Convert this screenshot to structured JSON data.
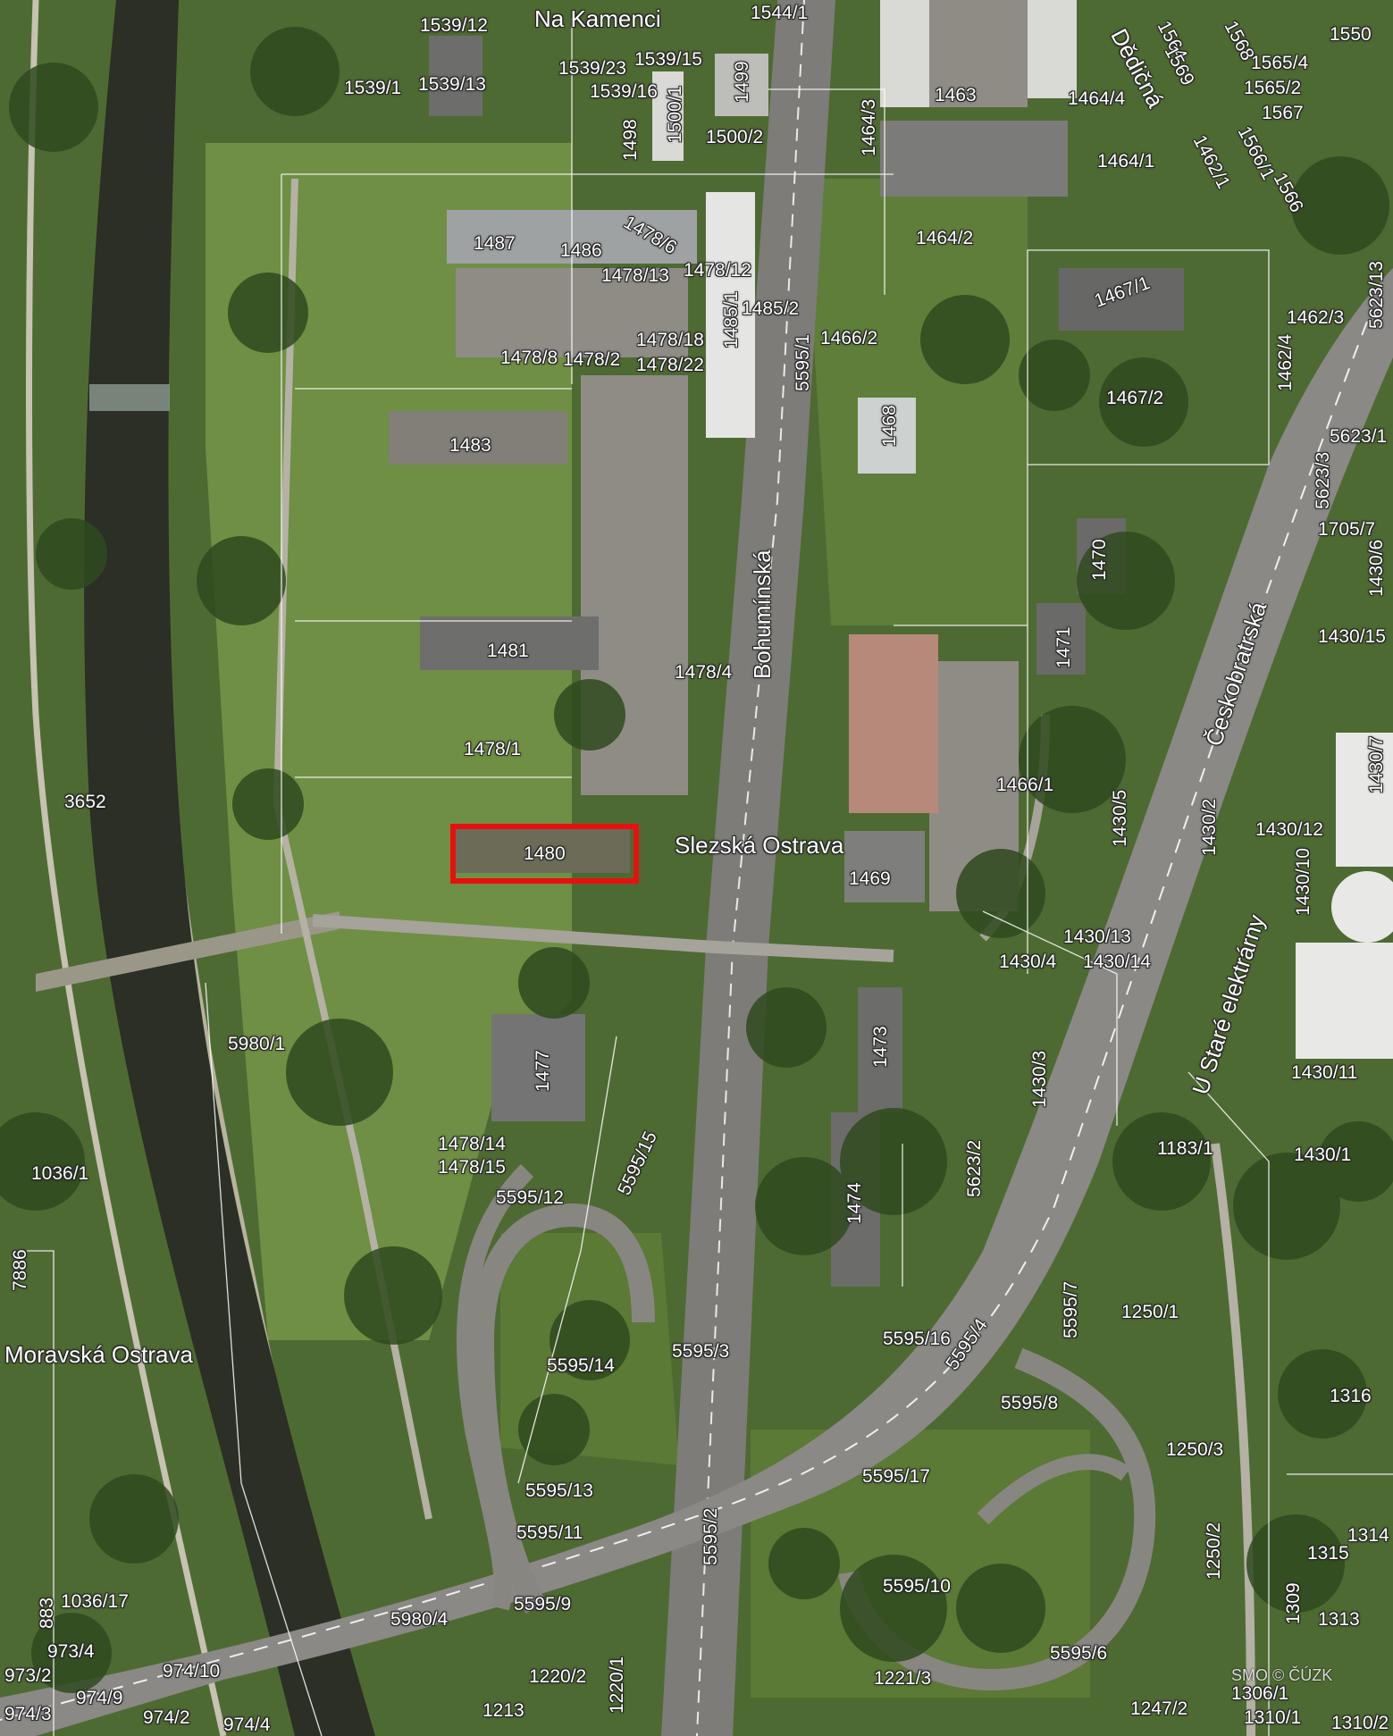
{
  "map": {
    "watermark": "SMO © ČÚZK",
    "highlight_label": "1480",
    "districts": [
      "Slezská Ostrava",
      "Moravská Ostrava"
    ],
    "streets": [
      "Na Kamenci",
      "Bohumínská",
      "Českobratrská",
      "U Staré elektrárny",
      "Dědičná"
    ],
    "parcels": [
      "1539/12",
      "1539/1",
      "1539/13",
      "1539/23",
      "1539/15",
      "1539/16",
      "1500/1",
      "1499",
      "1498",
      "1500/2",
      "1544/1",
      "1464/3",
      "1463",
      "1464/4",
      "1464/1",
      "1464/2",
      "1564",
      "1569",
      "1568",
      "1565/4",
      "1565/2",
      "1567",
      "1566/1",
      "1566",
      "1550",
      "1462/1",
      "1487",
      "1486",
      "1478/6",
      "1478/13",
      "1478/12",
      "1485/1",
      "1485/2",
      "1466/2",
      "1467/1",
      "1462/3",
      "5623/13",
      "1462/4",
      "1478/8",
      "1478/2",
      "1478/18",
      "1478/22",
      "5595/1",
      "1467/2",
      "5623/1",
      "1483",
      "1468",
      "5623/3",
      "1705/7",
      "1430/6",
      "1470",
      "1430/15",
      "1471",
      "1481",
      "1478/4",
      "1478/1",
      "3652",
      "1466/1",
      "1430/7",
      "1430/5",
      "1430/2",
      "1430/12",
      "1430/10",
      "1469",
      "1430/13",
      "1430/4",
      "1430/14",
      "1473",
      "5980/1",
      "1477",
      "1430/3",
      "1430/11",
      "1478/14",
      "1478/15",
      "5595/15",
      "1036/1",
      "5595/12",
      "1474",
      "5623/2",
      "1183/1",
      "1430/1",
      "7886",
      "1250/1",
      "5595/7",
      "5595/16",
      "5595/4",
      "5595/3",
      "5595/14",
      "1316",
      "5595/8",
      "5595/13",
      "5595/17",
      "1250/3",
      "5595/11",
      "5595/2",
      "1314",
      "1315",
      "1250/2",
      "1309",
      "1313",
      "1036/17",
      "5595/10",
      "5980/4",
      "5595/9",
      "973/4",
      "883",
      "973/2",
      "974/10",
      "974/9",
      "974/2",
      "1220/2",
      "1220/1",
      "5595/6",
      "1221/3",
      "1306/1",
      "974/3",
      "974/4",
      "1213",
      "1247/2",
      "1310/1",
      "1310/2"
    ]
  }
}
